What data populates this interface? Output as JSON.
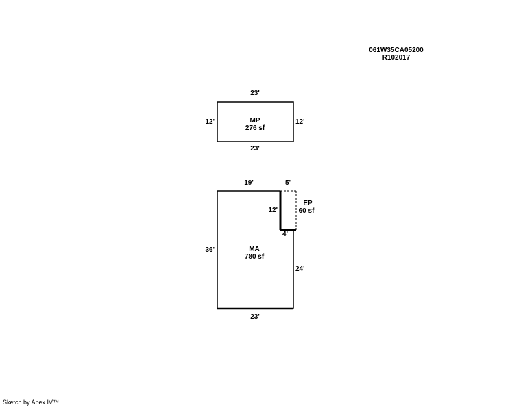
{
  "header": {
    "parcel_id": "061W35CA05200",
    "account": "R102017"
  },
  "areas": {
    "mp": {
      "code": "MP",
      "area": "276 sf"
    },
    "ma": {
      "code": "MA",
      "area": "780 sf"
    },
    "ep": {
      "code": "EP",
      "area": "60 sf"
    }
  },
  "dimensions": {
    "mp_top": "23'",
    "mp_bottom": "23'",
    "mp_left": "12'",
    "mp_right": "12'",
    "ma_top": "19'",
    "ma_left": "36'",
    "ma_right": "24'",
    "ma_bottom": "23'",
    "ep_top": "5'",
    "ep_left": "12'",
    "ep_bottom": "4'"
  },
  "footer": {
    "credit": "Sketch by Apex IV™"
  }
}
